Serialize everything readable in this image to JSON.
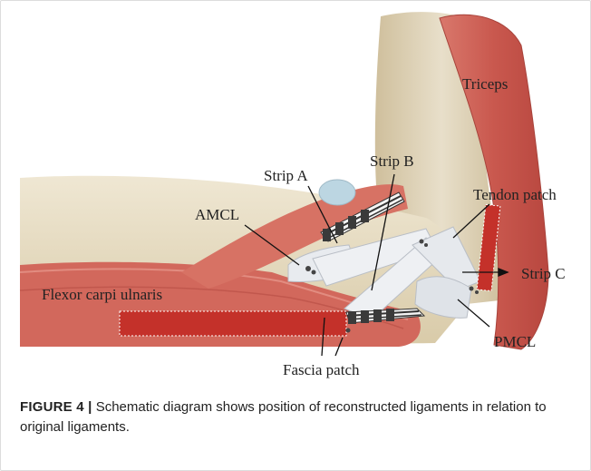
{
  "figure": {
    "labels": {
      "triceps": "Triceps",
      "strip_a": "Strip A",
      "strip_b": "Strip B",
      "tendon_patch": "Tendon patch",
      "amcl": "AMCL",
      "strip_c": "Strip C",
      "flexor_carpi_ulnaris": "Flexor carpi ulnaris",
      "pmcl": "PMCL",
      "fascia_patch": "Fascia patch"
    },
    "caption_label": "FIGURE 4 |",
    "caption_text": " Schematic diagram shows position of reconstructed ligaments in relation to original ligaments."
  },
  "colors": {
    "muscle": "#c9584e",
    "graft_red": "#c4312a",
    "bone": "#e7dcc2",
    "ligament": "#e8ebef",
    "anchor": "#3a3a3a"
  }
}
